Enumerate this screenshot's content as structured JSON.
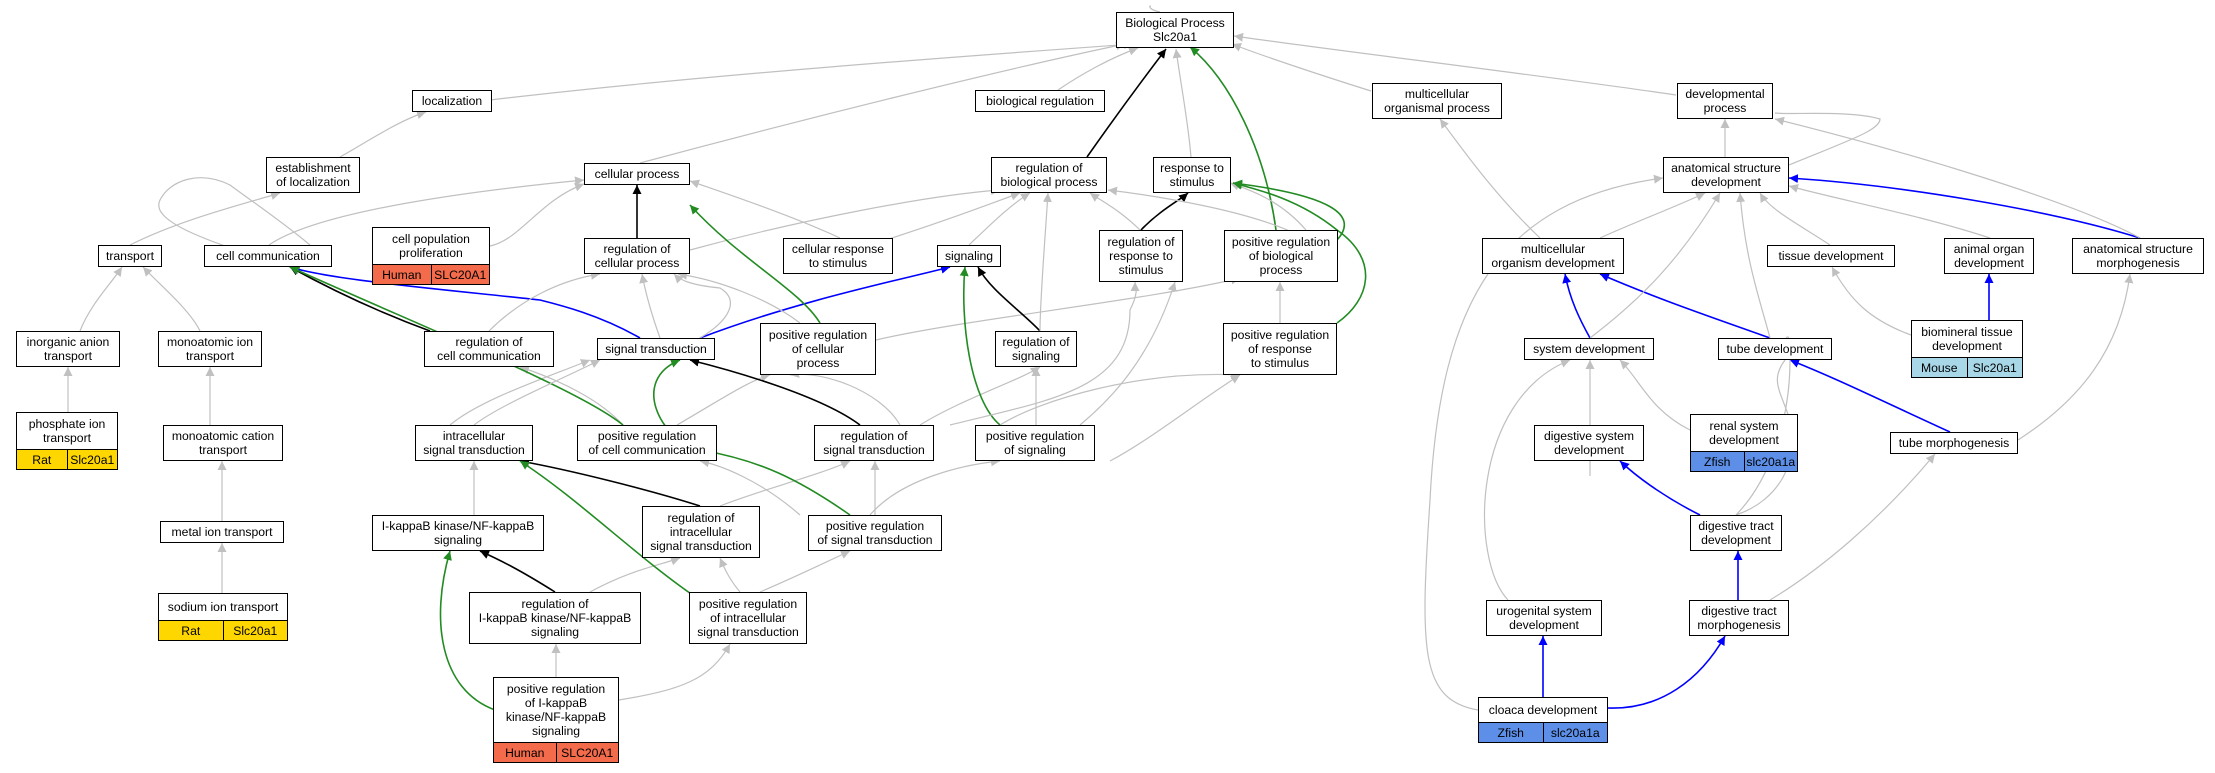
{
  "colors": {
    "gray_edge": "#c0c0c0",
    "black_edge": "#000000",
    "blue_edge": "#0000ff",
    "green_edge": "#228b22",
    "human_tag": "#f36b4b",
    "rat_tag": "#ffd700",
    "mouse_tag": "#a8d8e8",
    "zfish_tag": "#5d8fe8"
  },
  "nodes": {
    "bp_root": "Biological Process\nSlc20a1",
    "localization": "localization",
    "biological_regulation": "biological regulation",
    "multicellular_organismal_process": "multicellular\norganismal process",
    "developmental_process": "developmental\nprocess",
    "establishment_of_localization": "establishment\nof localization",
    "cellular_process": "cellular process",
    "regulation_of_biological_process": "regulation of\nbiological process",
    "response_to_stimulus": "response to\nstimulus",
    "anatomical_structure_development": "anatomical structure\ndevelopment",
    "transport": "transport",
    "cell_communication": "cell communication",
    "regulation_of_cellular_process": "regulation of\ncellular process",
    "cellular_response_to_stimulus": "cellular response\nto stimulus",
    "signaling": "signaling",
    "regulation_of_response_to_stimulus": "regulation of\nresponse to\nstimulus",
    "positive_regulation_of_biological_process": "positive regulation\nof biological\nprocess",
    "multicellular_organism_development": "multicellular\norganism development",
    "tissue_development": "tissue development",
    "animal_organ_development": "animal organ\ndevelopment",
    "anatomical_structure_morphogenesis": "anatomical structure\nmorphogenesis",
    "inorganic_anion_transport": "inorganic anion\ntransport",
    "monoatomic_ion_transport": "monoatomic ion\ntransport",
    "regulation_of_cell_communication": "regulation of\ncell communication",
    "signal_transduction": "signal transduction",
    "positive_regulation_of_cellular_process": "positive regulation\nof cellular\nprocess",
    "regulation_of_signaling": "regulation of\nsignaling",
    "positive_regulation_of_response_to_stimulus": "positive regulation\nof response\nto stimulus",
    "system_development": "system development",
    "tube_development": "tube development",
    "monoatomic_cation_transport": "monoatomic cation\ntransport",
    "intracellular_signal_transduction": "intracellular\nsignal transduction",
    "positive_regulation_of_cell_communication": "positive regulation\nof cell communication",
    "regulation_of_signal_transduction": "regulation of\nsignal transduction",
    "positive_regulation_of_signaling": "positive regulation\nof signaling",
    "digestive_system_development": "digestive system\ndevelopment",
    "tube_morphogenesis": "tube morphogenesis",
    "regulation_of_intracellular_signal_transduction": "regulation of\nintracellular\nsignal transduction",
    "ikappab_signaling": "I-kappaB kinase/NF-kappaB\nsignaling",
    "metal_ion_transport": "metal ion transport",
    "positive_regulation_of_signal_transduction": "positive regulation\nof signal transduction",
    "digestive_tract_development": "digestive tract\ndevelopment",
    "regulation_of_ikappab_signaling": "regulation of\nI-kappaB kinase/NF-kappaB\nsignaling",
    "positive_regulation_of_intracellular_signal_transduction": "positive regulation\nof intracellular\nsignal transduction",
    "urogenital_system_development": "urogenital system\ndevelopment",
    "digestive_tract_morphogenesis": "digestive tract\nmorphogenesis"
  },
  "annotated": {
    "cell_population_proliferation": {
      "label": "cell population\nproliferation",
      "species": "Human",
      "gene": "SLC20A1"
    },
    "phosphate_ion_transport": {
      "label": "phosphate ion\ntransport",
      "species": "Rat",
      "gene": "Slc20a1"
    },
    "sodium_ion_transport": {
      "label": "sodium ion transport",
      "species": "Rat",
      "gene": "Slc20a1"
    },
    "positive_regulation_of_ikappab_signaling": {
      "label": "positive regulation\nof I-kappaB\nkinase/NF-kappaB\nsignaling",
      "species": "Human",
      "gene": "SLC20A1"
    },
    "biomineral_tissue_development": {
      "label": "biomineral tissue\ndevelopment",
      "species": "Mouse",
      "gene": "Slc20a1"
    },
    "renal_system_development": {
      "label": "renal system\ndevelopment",
      "species": "Zfish",
      "gene": "slc20a1a"
    },
    "cloaca_development": {
      "label": "cloaca development",
      "species": "Zfish",
      "gene": "slc20a1a"
    }
  }
}
